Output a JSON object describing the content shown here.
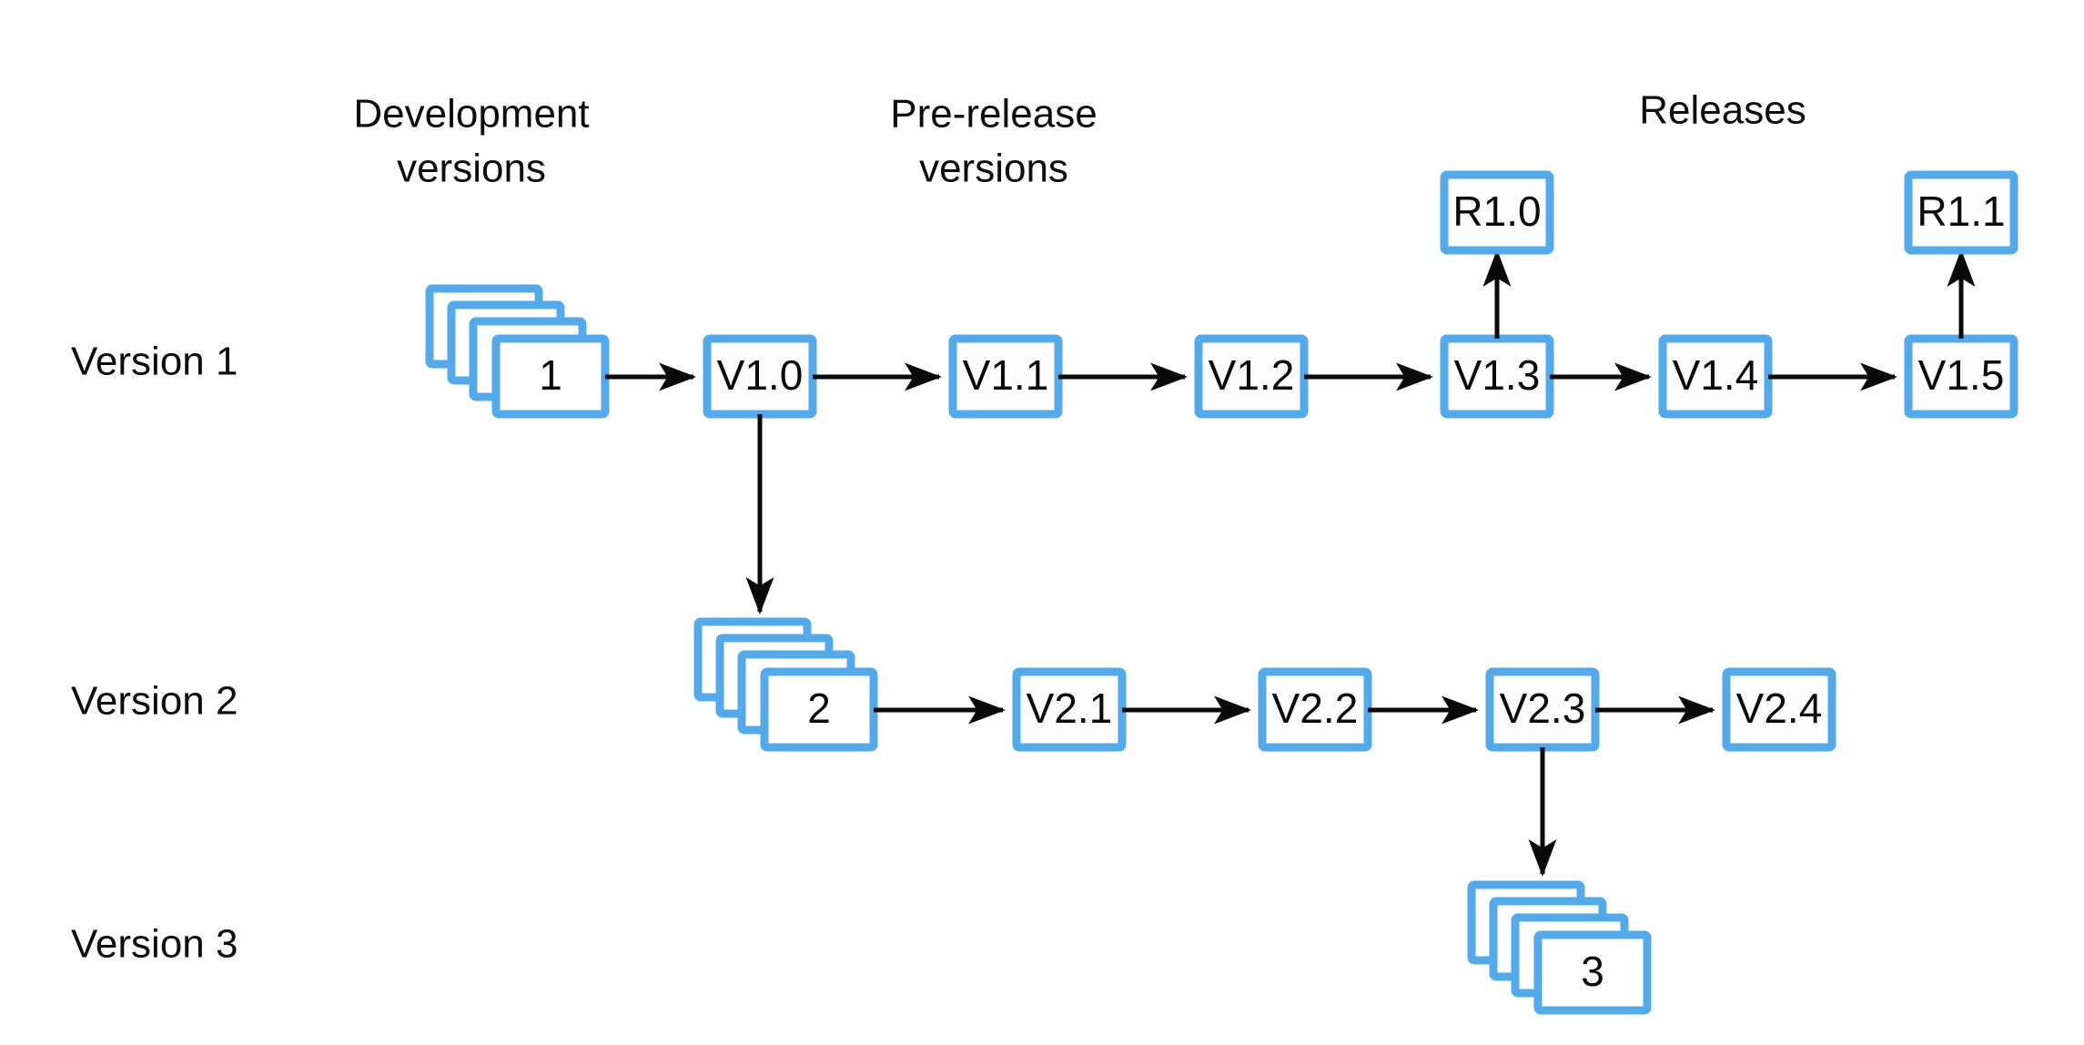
{
  "diagram": {
    "title_labels": {
      "development": "Development\nversions",
      "development_line1": "Development",
      "development_line2": "versions",
      "prerelease_line1": "Pre-release",
      "prerelease_line2": "versions",
      "releases": "Releases"
    },
    "row_labels": [
      {
        "id": "version-1",
        "label": "Version 1"
      },
      {
        "id": "version-2",
        "label": "Version 2"
      },
      {
        "id": "version-3",
        "label": "Version 3"
      }
    ],
    "stacks": [
      {
        "id": "dev-stack-1",
        "label": "1",
        "row": "Version 1",
        "cards": 4
      },
      {
        "id": "dev-stack-2",
        "label": "2",
        "row": "Version 2",
        "cards": 4
      },
      {
        "id": "dev-stack-3",
        "label": "3",
        "row": "Version 3",
        "cards": 4
      }
    ],
    "nodes": [
      {
        "id": "v1-0",
        "label": "V1.0",
        "row": "Version 1",
        "group": "Pre-release versions"
      },
      {
        "id": "v1-1",
        "label": "V1.1",
        "row": "Version 1",
        "group": "Pre-release versions"
      },
      {
        "id": "v1-2",
        "label": "V1.2",
        "row": "Version 1",
        "group": "Pre-release versions"
      },
      {
        "id": "v1-3",
        "label": "V1.3",
        "row": "Version 1",
        "group": "Pre-release versions"
      },
      {
        "id": "v1-4",
        "label": "V1.4",
        "row": "Version 1",
        "group": "Pre-release versions"
      },
      {
        "id": "v1-5",
        "label": "V1.5",
        "row": "Version 1",
        "group": "Pre-release versions"
      },
      {
        "id": "r1-0",
        "label": "R1.0",
        "row": "Releases",
        "group": "Releases"
      },
      {
        "id": "r1-1",
        "label": "R1.1",
        "row": "Releases",
        "group": "Releases"
      },
      {
        "id": "v2-1",
        "label": "V2.1",
        "row": "Version 2",
        "group": "Pre-release versions"
      },
      {
        "id": "v2-2",
        "label": "V2.2",
        "row": "Version 2",
        "group": "Pre-release versions"
      },
      {
        "id": "v2-3",
        "label": "V2.3",
        "row": "Version 2",
        "group": "Pre-release versions"
      },
      {
        "id": "v2-4",
        "label": "V2.4",
        "row": "Version 2",
        "group": "Pre-release versions"
      }
    ],
    "edges": [
      {
        "from": "1",
        "to": "V1.0",
        "direction": "right"
      },
      {
        "from": "V1.0",
        "to": "V1.1",
        "direction": "right"
      },
      {
        "from": "V1.1",
        "to": "V1.2",
        "direction": "right"
      },
      {
        "from": "V1.2",
        "to": "V1.3",
        "direction": "right"
      },
      {
        "from": "V1.3",
        "to": "V1.4",
        "direction": "right"
      },
      {
        "from": "V1.4",
        "to": "V1.5",
        "direction": "right"
      },
      {
        "from": "V1.3",
        "to": "R1.0",
        "direction": "up"
      },
      {
        "from": "V1.5",
        "to": "R1.1",
        "direction": "up"
      },
      {
        "from": "V1.0",
        "to": "2",
        "direction": "down"
      },
      {
        "from": "2",
        "to": "V2.1",
        "direction": "right"
      },
      {
        "from": "V2.1",
        "to": "V2.2",
        "direction": "right"
      },
      {
        "from": "V2.2",
        "to": "V2.3",
        "direction": "right"
      },
      {
        "from": "V2.3",
        "to": "V2.4",
        "direction": "right"
      },
      {
        "from": "V2.3",
        "to": "3",
        "direction": "down"
      }
    ],
    "colors": {
      "node_border": "#54a9e8",
      "node_fill": "#fdfdfd",
      "arrow": "#0a0a0a",
      "text": "#0d0d0d",
      "background": "#ffffff"
    }
  }
}
